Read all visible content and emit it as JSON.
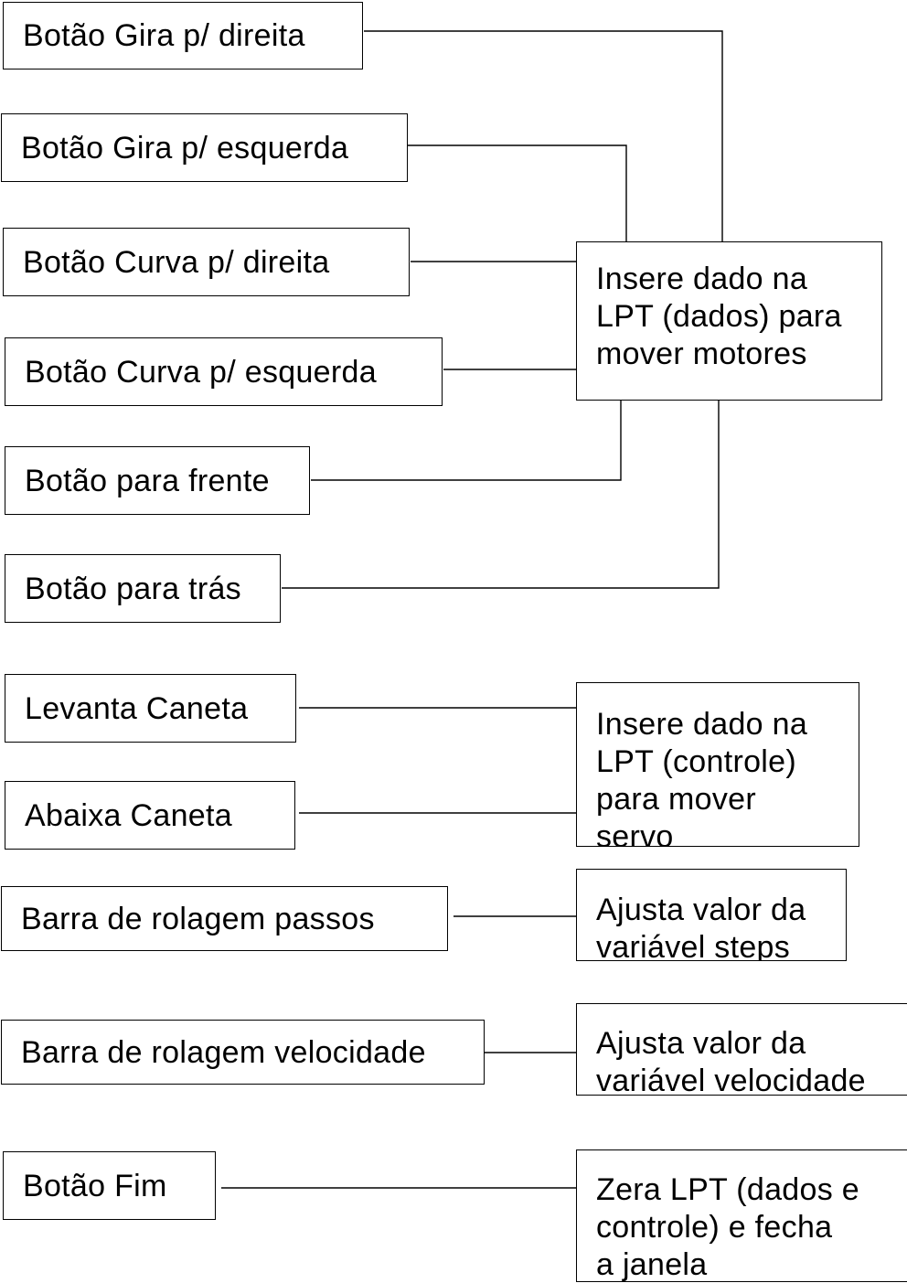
{
  "buttons": [
    {
      "label": "Botão Gira p/ direita"
    },
    {
      "label": "Botão Gira p/ esquerda"
    },
    {
      "label": "Botão Curva p/ direita"
    },
    {
      "label": "Botão Curva p/ esquerda"
    },
    {
      "label": "Botão para frente"
    },
    {
      "label": "Botão para trás"
    },
    {
      "label": "Levanta Caneta"
    },
    {
      "label": "Abaixa Caneta"
    },
    {
      "label": "Barra de rolagem passos"
    },
    {
      "label": "Barra de rolagem velocidade"
    },
    {
      "label": "Botão Fim"
    }
  ],
  "actions": [
    {
      "text": "Insere dado na\nLPT (dados) para\nmover motores"
    },
    {
      "text": "Insere dado na\nLPT (controle)\npara mover\nservo"
    },
    {
      "text": "Ajusta valor da\nvariável steps"
    },
    {
      "text": "Ajusta valor da\nvariável velocidade"
    },
    {
      "text": "Zera LPT (dados e\ncontrole) e fecha\na janela"
    }
  ]
}
